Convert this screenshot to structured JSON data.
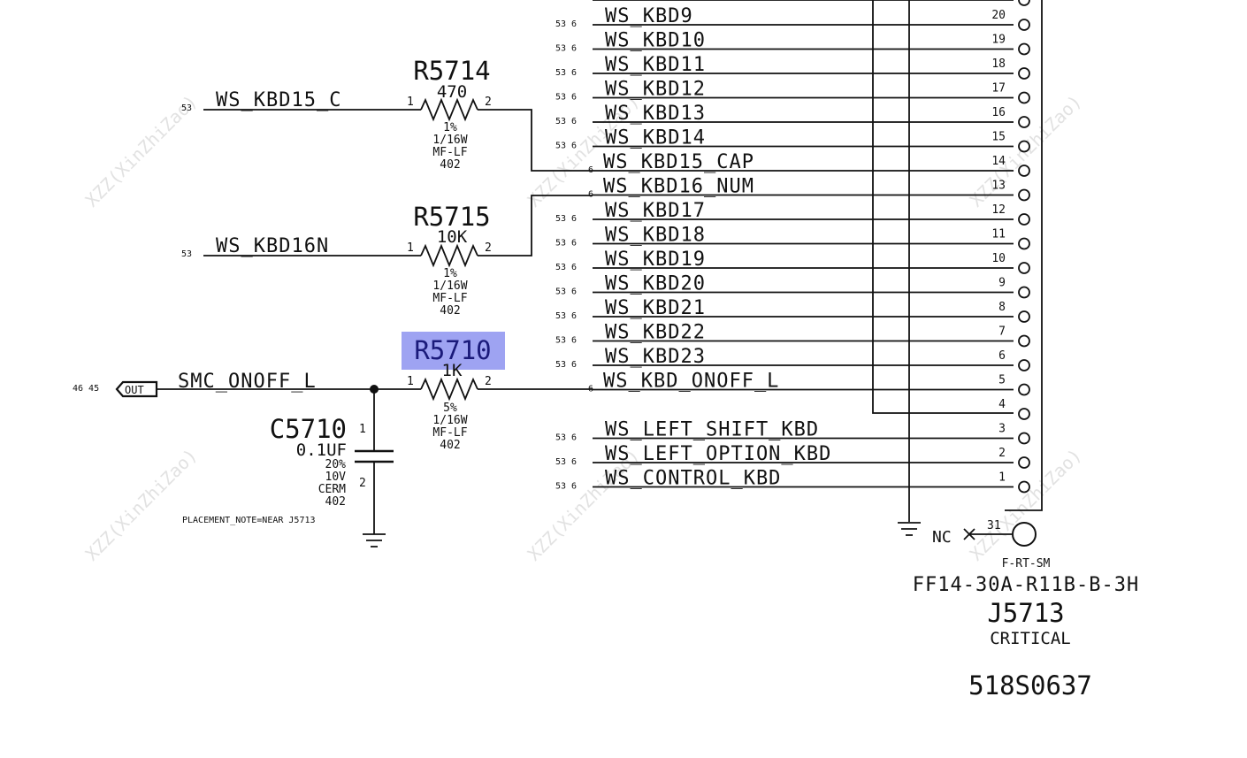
{
  "watermark": "XZZ(XinZhiZao)",
  "resistors": [
    {
      "ref": "R5714",
      "value": "470",
      "tol": "1%",
      "power": "1/16W",
      "type": "MF-LF",
      "size": "402",
      "pin1": "1",
      "pin2": "2"
    },
    {
      "ref": "R5715",
      "value": "10K",
      "tol": "1%",
      "power": "1/16W",
      "type": "MF-LF",
      "size": "402",
      "pin1": "1",
      "pin2": "2"
    },
    {
      "ref": "R5710",
      "value": "1K",
      "tol": "5%",
      "power": "1/16W",
      "type": "MF-LF",
      "size": "402",
      "pin1": "1",
      "pin2": "2",
      "highlighted": true,
      "highlight_color": "#9ea3f2"
    }
  ],
  "capacitor": {
    "ref": "C5710",
    "value": "0.1UF",
    "tol": "20%",
    "voltage": "10V",
    "type": "CERM",
    "size": "402",
    "pin1": "1",
    "pin2": "2"
  },
  "placement_note": "PLACEMENT_NOTE=NEAR J5713",
  "left_nets": [
    {
      "name": "WS_KBD15_C",
      "ref": "53"
    },
    {
      "name": "WS_KBD16N",
      "ref": "53"
    },
    {
      "name": "SMC_ONOFF_L",
      "ref": "46 45",
      "port": "OUT"
    }
  ],
  "right_nets": [
    {
      "name": "WS_KBD9",
      "ref": "53 6",
      "pin": "20"
    },
    {
      "name": "WS_KBD10",
      "ref": "53 6",
      "pin": "19"
    },
    {
      "name": "WS_KBD11",
      "ref": "53 6",
      "pin": "18"
    },
    {
      "name": "WS_KBD12",
      "ref": "53 6",
      "pin": "17"
    },
    {
      "name": "WS_KBD13",
      "ref": "53 6",
      "pin": "16"
    },
    {
      "name": "WS_KBD14",
      "ref": "53 6",
      "pin": "15"
    },
    {
      "name": "WS_KBD15_CAP",
      "ref": "6",
      "pin": "14"
    },
    {
      "name": "WS_KBD16_NUM",
      "ref": "6",
      "pin": "13"
    },
    {
      "name": "WS_KBD17",
      "ref": "53 6",
      "pin": "12"
    },
    {
      "name": "WS_KBD18",
      "ref": "53 6",
      "pin": "11"
    },
    {
      "name": "WS_KBD19",
      "ref": "53 6",
      "pin": "10"
    },
    {
      "name": "WS_KBD20",
      "ref": "53 6",
      "pin": "9"
    },
    {
      "name": "WS_KBD21",
      "ref": "53 6",
      "pin": "8"
    },
    {
      "name": "WS_KBD22",
      "ref": "53 6",
      "pin": "7"
    },
    {
      "name": "WS_KBD23",
      "ref": "53 6",
      "pin": "6"
    },
    {
      "name": "WS_KBD_ONOFF_L",
      "ref": "6",
      "pin": "5"
    },
    {
      "name": "",
      "ref": "",
      "pin": "4"
    },
    {
      "name": "WS_LEFT_SHIFT_KBD",
      "ref": "53 6",
      "pin": "3"
    },
    {
      "name": "WS_LEFT_OPTION_KBD",
      "ref": "53 6",
      "pin": "2"
    },
    {
      "name": "WS_CONTROL_KBD",
      "ref": "53 6",
      "pin": "1"
    }
  ],
  "connector": {
    "nc_label": "NC",
    "nc_pin": "31",
    "footprint": "F-RT-SM",
    "part": "FF14-30A-R11B-B-3H",
    "ref": "J5713",
    "tag": "CRITICAL",
    "part_number": "518S0637"
  }
}
